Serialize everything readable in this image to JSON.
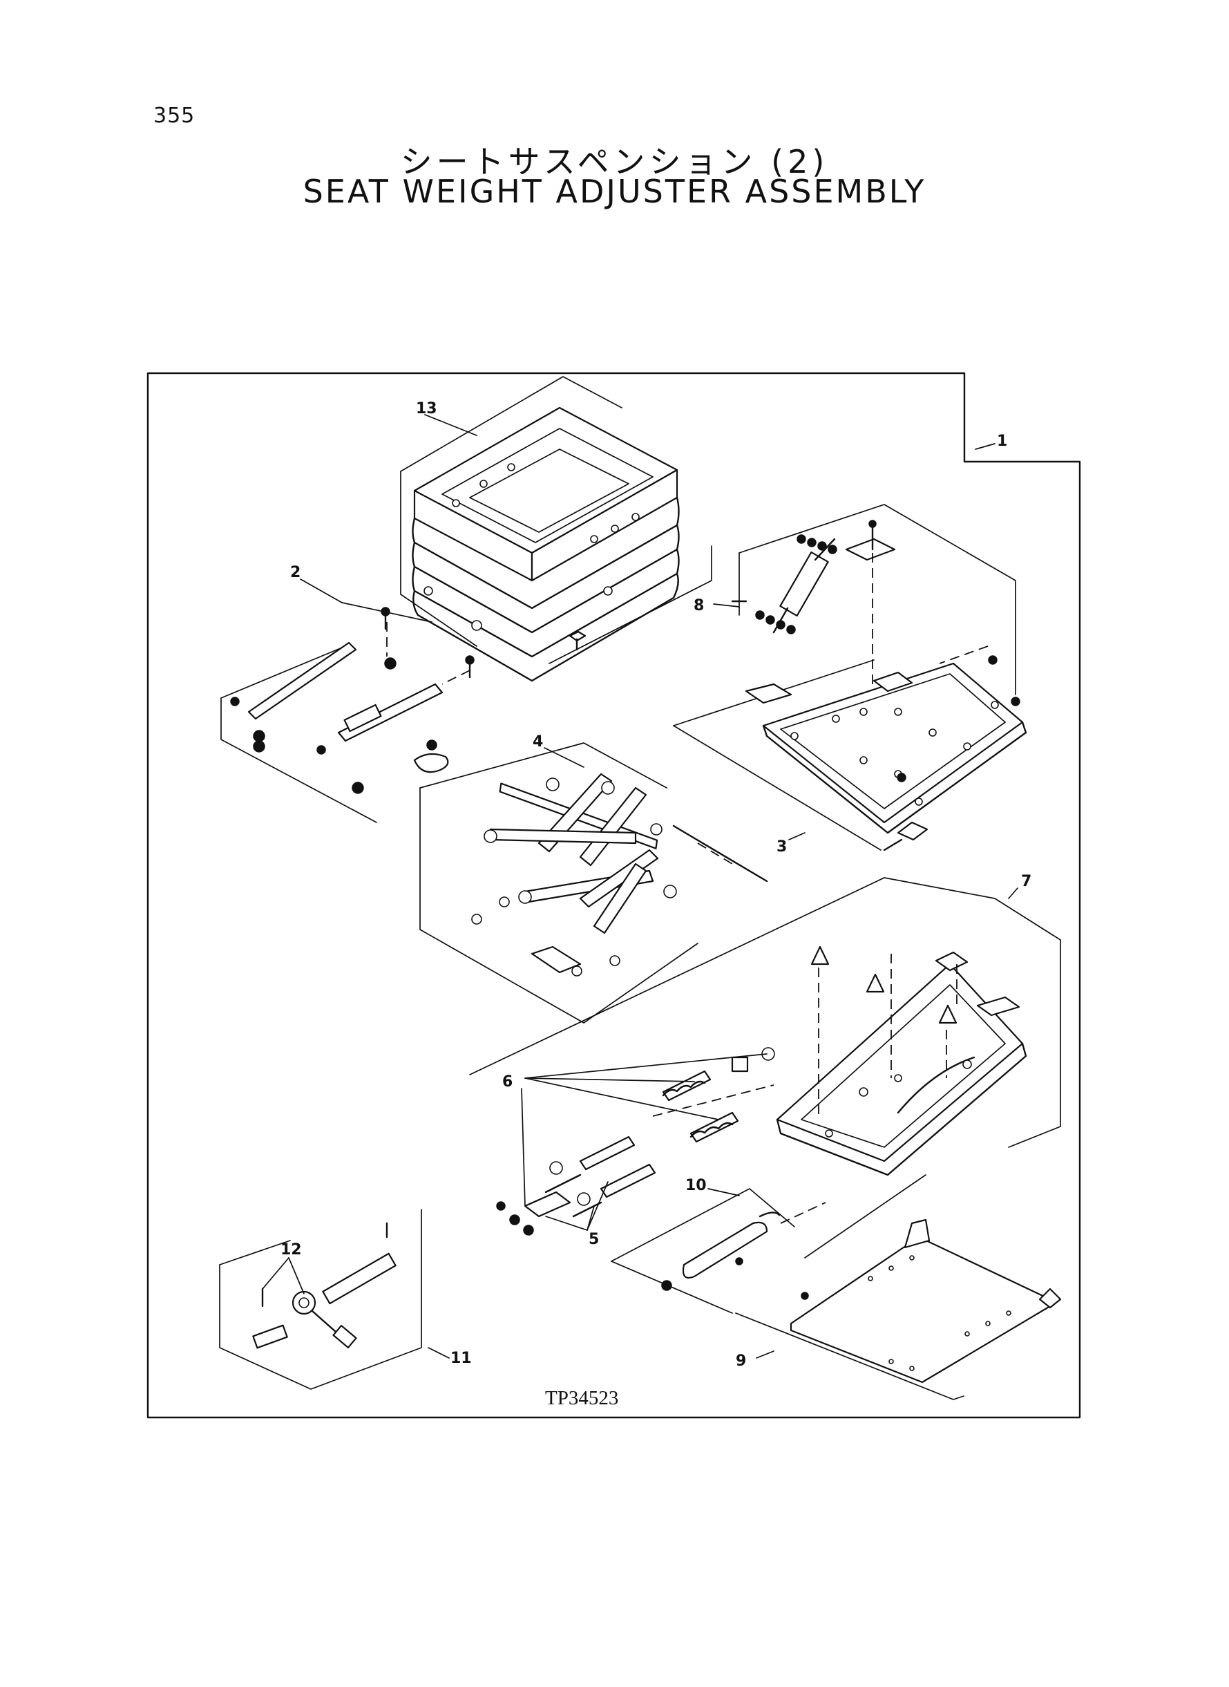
{
  "header": {
    "page_number": "355",
    "title_japanese": "シートサスペンション (2)",
    "title_english": "SEAT WEIGHT ADJUSTER ASSEMBLY"
  },
  "figure": {
    "id": "TP34523",
    "callouts": [
      {
        "number": "1"
      },
      {
        "number": "2"
      },
      {
        "number": "3"
      },
      {
        "number": "4"
      },
      {
        "number": "5"
      },
      {
        "number": "6"
      },
      {
        "number": "7"
      },
      {
        "number": "8"
      },
      {
        "number": "9"
      },
      {
        "number": "10"
      },
      {
        "number": "11"
      },
      {
        "number": "12"
      },
      {
        "number": "13"
      }
    ]
  }
}
